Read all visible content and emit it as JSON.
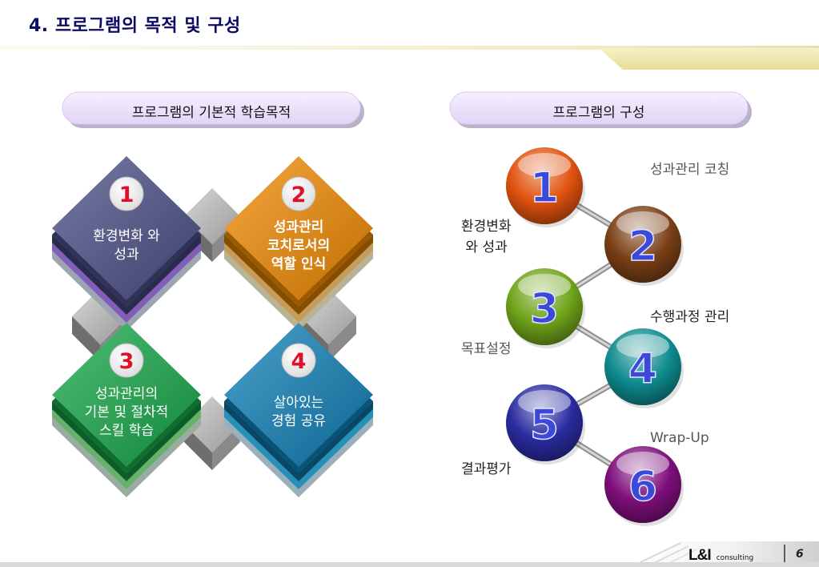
{
  "header": {
    "title": "4. 프로그램의 목적 및 구성"
  },
  "left_panel": {
    "heading": "프로그램의 기본적 학습목적",
    "blocks": [
      {
        "number": "1",
        "label": "환경변화 와\n성과",
        "color": "#4a4f86"
      },
      {
        "number": "2",
        "label": "성과관리\n코치로서의\n역할 인식",
        "color": "#f08a00"
      },
      {
        "number": "3",
        "label": "성과관리의\n기본 및 절차적\n스킬 학습",
        "color": "#17a848"
      },
      {
        "number": "4",
        "label": "살아있는\n경험 공유",
        "color": "#0f80b7"
      }
    ]
  },
  "right_panel": {
    "heading": "프로그램의 구성",
    "steps": [
      {
        "number": "1",
        "label": "환경변화\n 와 성과",
        "color": "#e0520e"
      },
      {
        "number": "2",
        "label": "성과관리 코칭",
        "color": "#7a3f16"
      },
      {
        "number": "3",
        "label": "목표설정",
        "color": "#6ea31a"
      },
      {
        "number": "4",
        "label": "수행과정 관리",
        "color": "#0e8b8e"
      },
      {
        "number": "5",
        "label": "결과평가",
        "color": "#2a2ba0"
      },
      {
        "number": "6",
        "label": "Wrap-Up",
        "color": "#7d0e7a"
      }
    ]
  },
  "footer": {
    "logo_letters": "L&I",
    "logo_word": "consulting",
    "page_number": "6"
  },
  "colors": {
    "title": "#0b0b66",
    "pill_fill": "#ece2fb",
    "badge_number": "#e0102c",
    "step_number": "#3b48d8"
  }
}
